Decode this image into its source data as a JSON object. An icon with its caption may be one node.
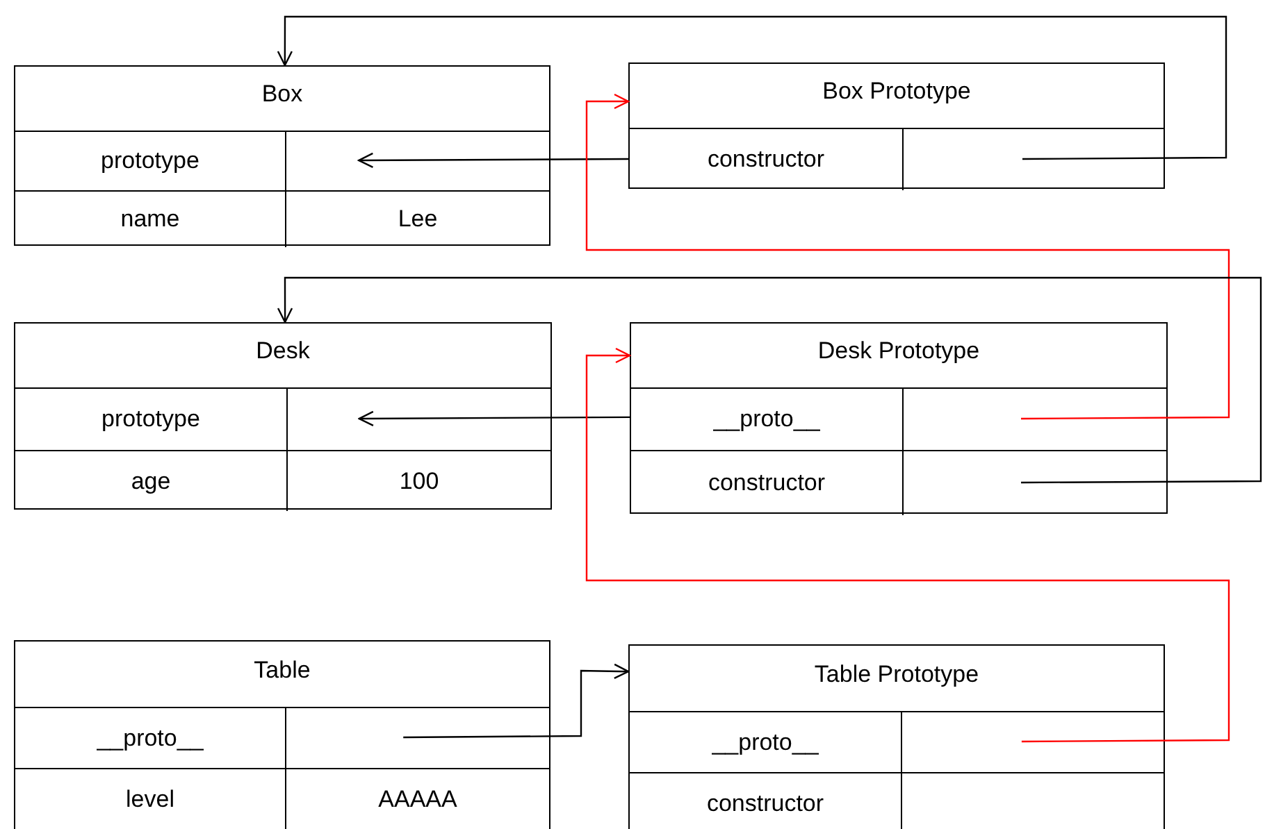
{
  "diagram": {
    "nodes": [
      {
        "text": [
          "Box"
        ]
      },
      {
        "text": [
          "prototype"
        ],
        "in": 0
      },
      {
        "text": [],
        "shape": "box",
        "in": 0
      },
      {
        "text": [
          "name"
        ],
        "in": 0
      },
      {
        "text": [
          "Lee"
        ],
        "in": 0
      },
      {
        "text": [
          "Box Prototype"
        ]
      },
      {
        "text": [
          "constructor"
        ],
        "in": 5
      },
      {
        "text": [],
        "shape": "box",
        "in": 5
      },
      {
        "text": [
          "Desk"
        ]
      },
      {
        "text": [
          "prototype"
        ],
        "in": 8
      },
      {
        "text": [],
        "shape": "box",
        "in": 8
      },
      {
        "text": [
          "age"
        ],
        "in": 8
      },
      {
        "text": [
          "100"
        ],
        "in": 8
      },
      {
        "text": [
          "Desk Prototype"
        ]
      },
      {
        "text": [
          "__proto__"
        ],
        "in": 13
      },
      {
        "text": [],
        "shape": "box",
        "in": 13
      },
      {
        "text": [
          "constructor"
        ],
        "in": 13
      },
      {
        "text": [],
        "shape": "box",
        "in": 13
      },
      {
        "text": [
          "Table"
        ]
      },
      {
        "text": [
          "__proto__"
        ],
        "in": 18
      },
      {
        "text": [],
        "shape": "box",
        "in": 18
      },
      {
        "text": [
          "level"
        ],
        "in": 18
      },
      {
        "text": [
          "AAAAA"
        ],
        "in": 18
      },
      {
        "text": [
          "Table Prototype"
        ]
      },
      {
        "text": [
          "__proto__"
        ],
        "in": 23
      },
      {
        "text": [],
        "shape": "box",
        "in": 23
      },
      {
        "text": [
          "constructor"
        ],
        "in": 23
      },
      {
        "text": [],
        "shape": "box",
        "in": 23
      }
    ],
    "edges": [
      {
        "from": 5,
        "to": 2,
        "arrow": "to"
      },
      {
        "from": 7,
        "to": 0,
        "arrow": "to"
      },
      {
        "from": 15,
        "to": 5,
        "arrow": "to",
        "color": "#ff0000"
      },
      {
        "from": 13,
        "to": 10,
        "arrow": "to"
      },
      {
        "from": 17,
        "to": 8,
        "arrow": "to"
      },
      {
        "from": 25,
        "to": 13,
        "arrow": "to",
        "color": "#ff0000"
      },
      {
        "from": 20,
        "to": 23,
        "arrow": "to"
      }
    ]
  }
}
